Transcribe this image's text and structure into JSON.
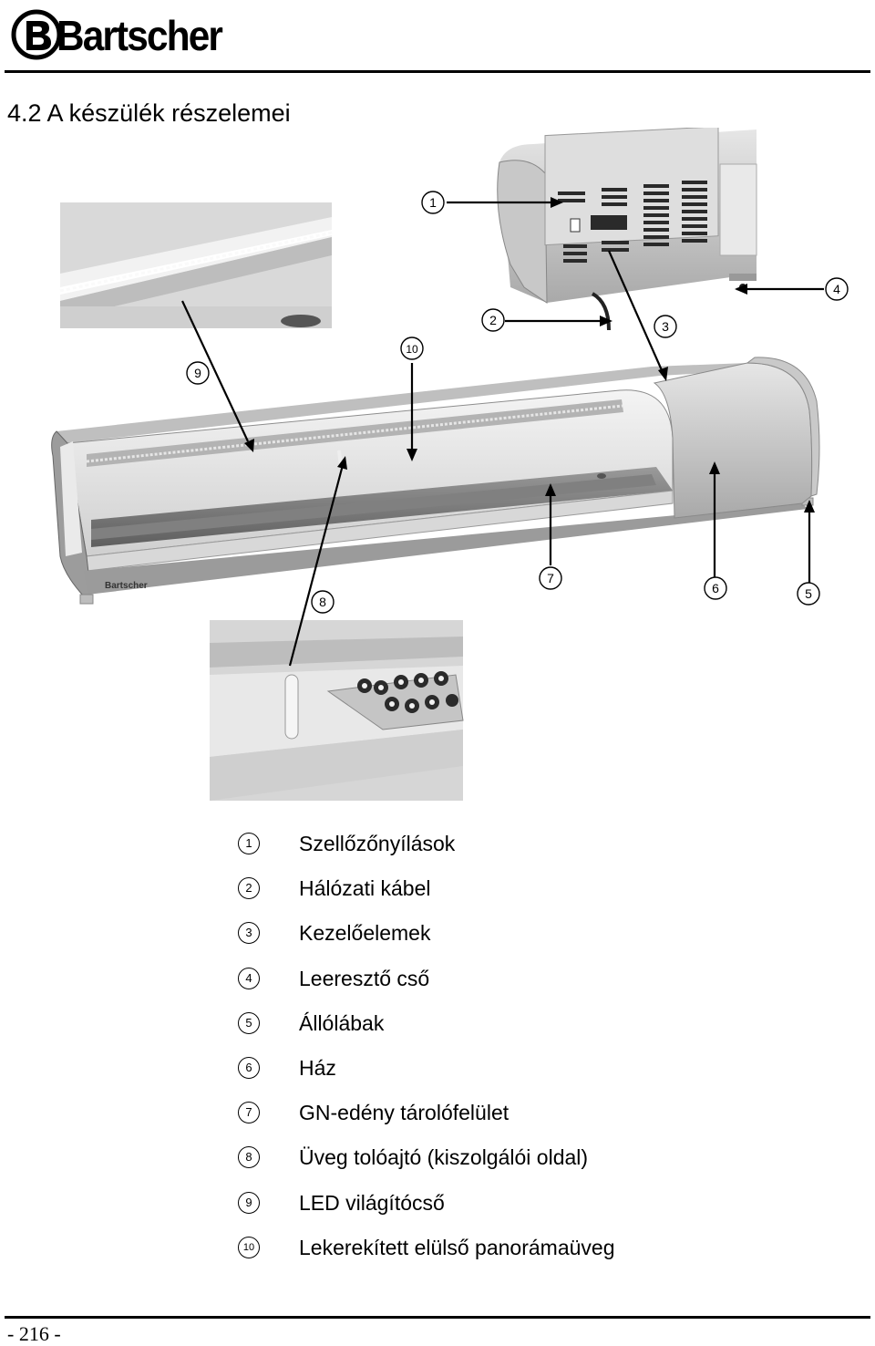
{
  "brand": {
    "name": "Bartscher"
  },
  "section": {
    "title": "4.2 A készülék részelemei"
  },
  "callouts": [
    "1",
    "2",
    "3",
    "4",
    "5",
    "6",
    "7",
    "8",
    "9",
    "10"
  ],
  "product_badge": "Bartscher",
  "legend": [
    {
      "number": "1",
      "label": "Szellőzőnyílások"
    },
    {
      "number": "2",
      "label": "Hálózati kábel"
    },
    {
      "number": "3",
      "label": "Kezelőelemek"
    },
    {
      "number": "4",
      "label": "Leeresztő cső"
    },
    {
      "number": "5",
      "label": "Állólábak"
    },
    {
      "number": "6",
      "label": "Ház"
    },
    {
      "number": "7",
      "label": "GN-edény tárolófelület"
    },
    {
      "number": "8",
      "label": "Üveg tolóajtó (kiszolgálói oldal)"
    },
    {
      "number": "9",
      "label": "LED világítócső"
    },
    {
      "number": "10",
      "label": "Lekerekített elülső panorámaüveg"
    }
  ],
  "footer": {
    "page_number": "- 216 -"
  }
}
